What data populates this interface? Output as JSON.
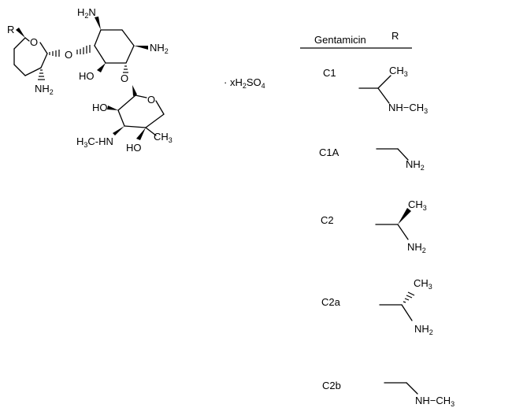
{
  "molecule": {
    "substituent": "R",
    "ring_oxygen": "O",
    "amino": "NH",
    "amino_sub": "2",
    "hydroxyl": "HO",
    "methylamino_left": "H",
    "methylamino_left_sub": "3",
    "methylamino_right": "C-HN",
    "methyl": "CH",
    "methyl_sub": "3"
  },
  "salt": {
    "prefix": "· xH",
    "sub1": "2",
    "middle": "SO",
    "sub2": "4"
  },
  "table": {
    "col_compound": "Gentamicin",
    "col_r": "R",
    "rows": [
      {
        "id": "C1",
        "label": "C1",
        "group_text": "NH−CH",
        "group_sub": "3",
        "methyl": "CH",
        "methyl_sub": "3"
      },
      {
        "id": "C1A",
        "label": "C1A",
        "group_text": "NH",
        "group_sub": "2"
      },
      {
        "id": "C2",
        "label": "C2",
        "group_text": "NH",
        "group_sub": "2",
        "methyl": "CH",
        "methyl_sub": "3"
      },
      {
        "id": "C2a",
        "label": "C2a",
        "group_text": "NH",
        "group_sub": "2",
        "methyl": "CH",
        "methyl_sub": "3"
      },
      {
        "id": "C2b",
        "label": "C2b",
        "group_text": "NH−CH",
        "group_sub": "3"
      }
    ]
  }
}
